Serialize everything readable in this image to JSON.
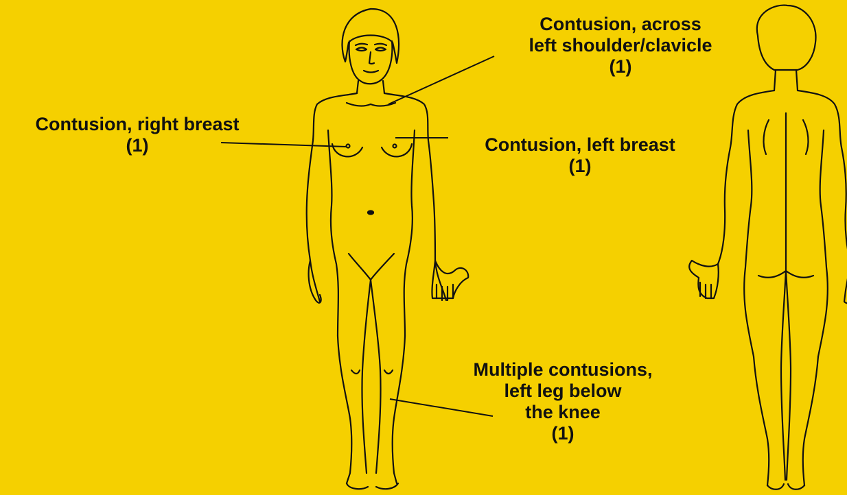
{
  "colors": {
    "background": "#F5D000",
    "ink": "#111111"
  },
  "views": {
    "front": "front-view-figure",
    "back": "back-view-figure"
  },
  "annotations": [
    {
      "id": "shoulder",
      "lines": [
        "Contusion, across",
        "left shoulder/clavicle",
        "(1)"
      ]
    },
    {
      "id": "right-breast",
      "lines": [
        "Contusion, right breast",
        "(1)"
      ]
    },
    {
      "id": "left-breast",
      "lines": [
        "Contusion, left breast",
        "(1)"
      ]
    },
    {
      "id": "left-leg",
      "lines": [
        "Multiple contusions,",
        "left leg below",
        "the knee",
        "(1)"
      ]
    }
  ]
}
